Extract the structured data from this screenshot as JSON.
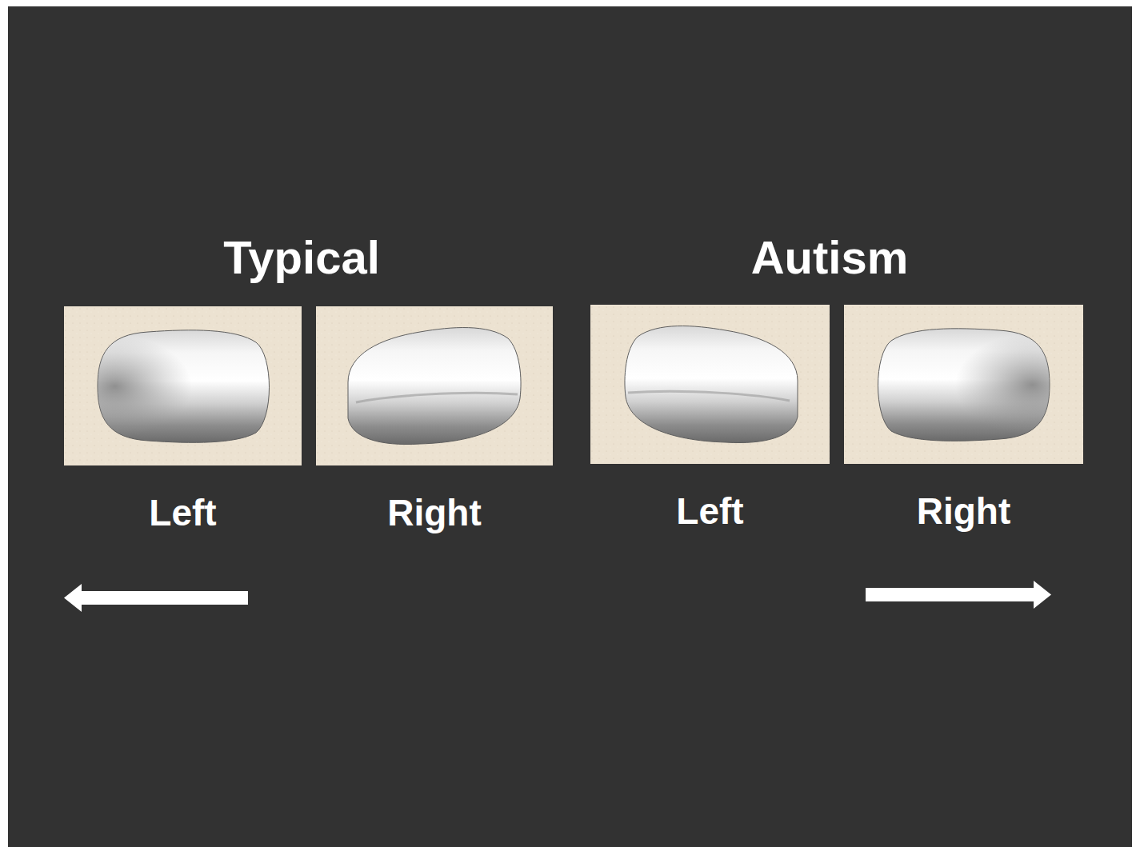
{
  "diagram": {
    "nodes": [
      {
        "text": [
          "Left"
        ]
      },
      {
        "text": [
          "Right"
        ]
      },
      {
        "text": [
          "Left"
        ]
      },
      {
        "text": [
          "Right"
        ]
      }
    ],
    "labels": [
      "Typical",
      "Autism"
    ]
  }
}
